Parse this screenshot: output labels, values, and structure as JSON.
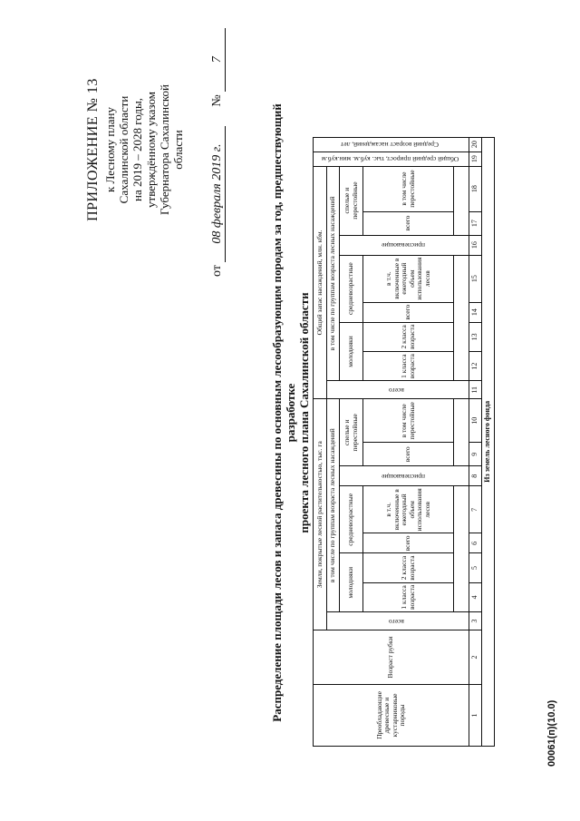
{
  "appendix": {
    "title": "ПРИЛОЖЕНИЕ № 13",
    "lines": [
      "к Лесному плану",
      "Сахалинской области",
      "на 2019 – 2028 годы,",
      "утверждённому указом",
      "Губернатора Сахалинской",
      "области"
    ],
    "from_label": "от",
    "date": "08 февраля 2019 г.",
    "number_label": "№",
    "number": "7"
  },
  "caption": {
    "line1": "Распределение площади лесов и запаса древесины по основным лесообразующим породам за год, предшествующий разработке",
    "line2": "проекта лесного плана Сахалинской области"
  },
  "table": {
    "col_species": "Преобладающие древесные и кустарниковые породы",
    "col_age": "Возраст рубки",
    "grp_area": "Земли, покрытые лесной растительностью, тыс. га",
    "grp_stock": "Общий запас насаждений, млн. кбм.",
    "sub_by_group": "в том числе по группам возраста лесных насаждений",
    "h_total": "всего",
    "h_young": "молодняки",
    "h_mid": "средневозрастные",
    "h_ripening": "приспевающие",
    "h_ripe": "спелые и перестойные",
    "h_class1": "1 класса возраста",
    "h_class2": "2 класса возраста",
    "h_all": "всего",
    "h_included": "в т.ч. включенные в ежегодный объем использования лесов",
    "h_incl_over": "в том числе перестойные",
    "h_growth": "Общий средний прирост, тыс. куб.м. мин.куб.м",
    "h_avg_age": "Средний возраст насаждений, лет",
    "col_numbers": [
      "1",
      "2",
      "3",
      "4",
      "5",
      "6",
      "7",
      "8",
      "9",
      "10",
      "11",
      "12",
      "13",
      "14",
      "15",
      "16",
      "17",
      "18",
      "19",
      "20"
    ],
    "section": "Из земель лесного фонда"
  },
  "footer": "00061(п)(10.0)"
}
